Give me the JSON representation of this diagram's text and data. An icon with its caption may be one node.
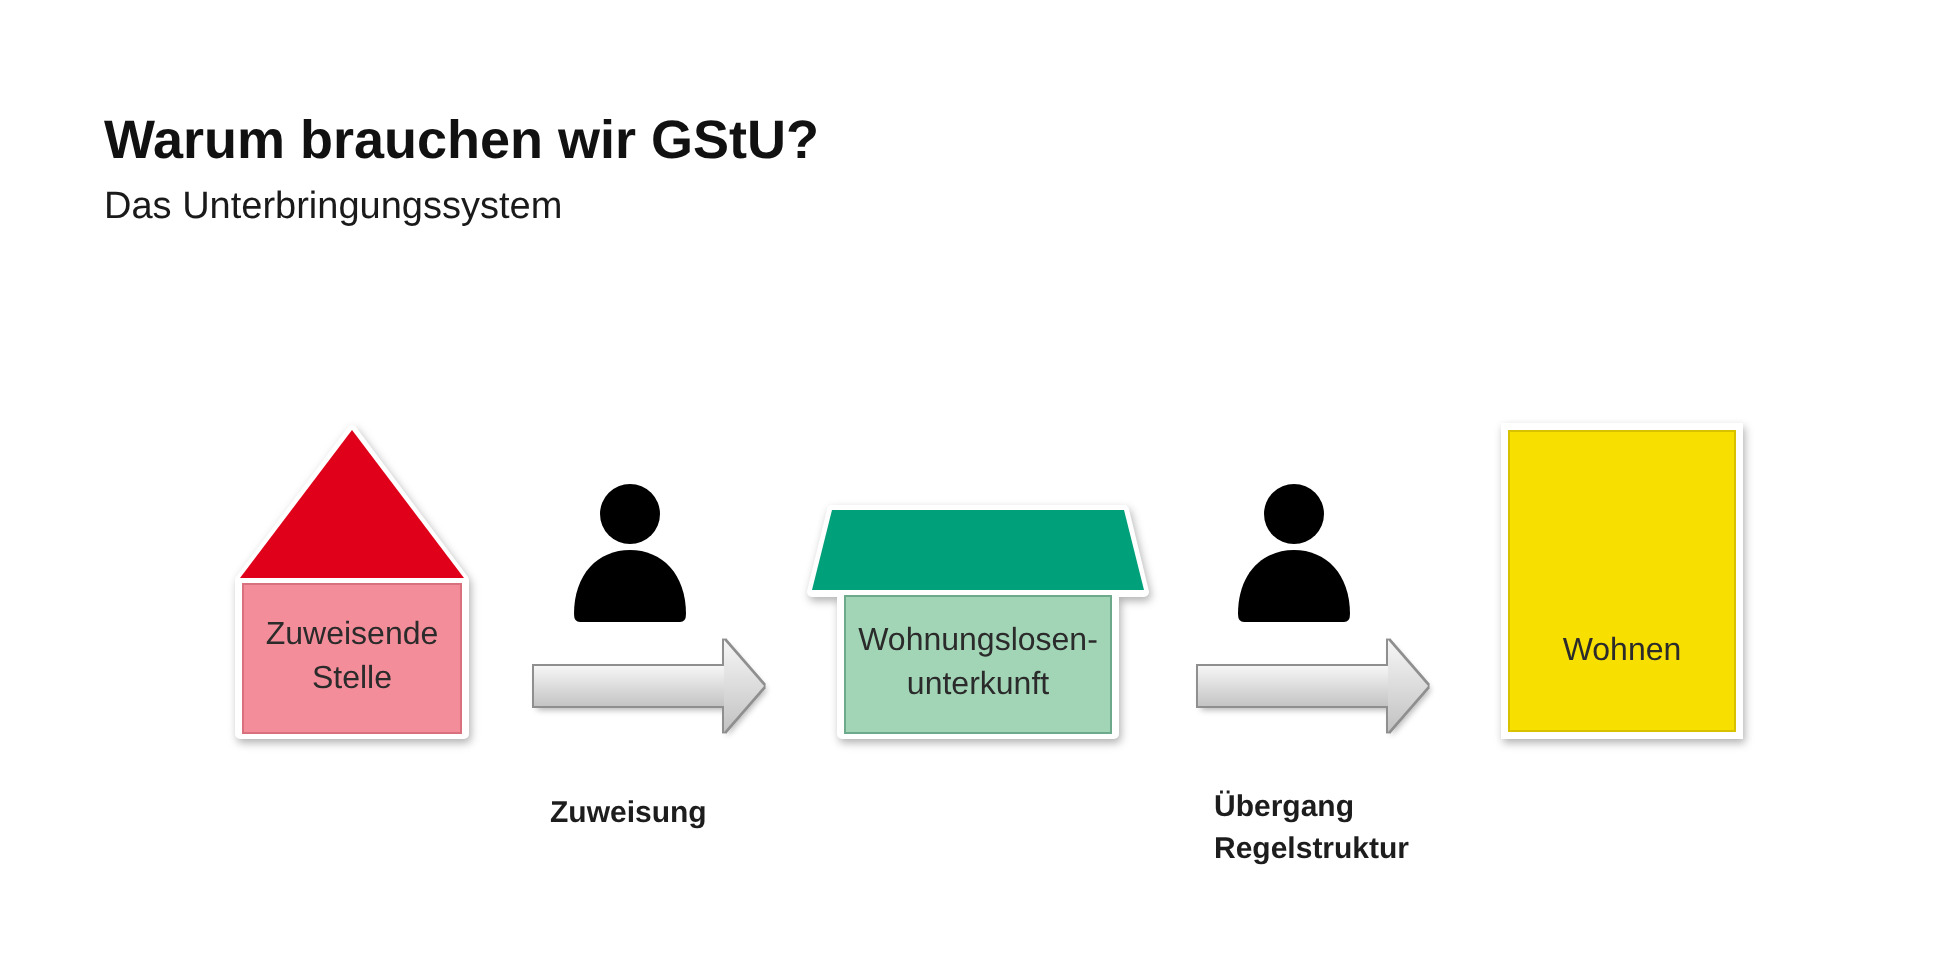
{
  "diagram": {
    "title": "Warum brauchen wir GStU?",
    "nodes": [
      {
        "text": [
          "Zuweisende Stelle"
        ]
      },
      {
        "text": [
          "Wohnungslosen- unterkunft"
        ]
      },
      {
        "text": [
          "Wohnen"
        ]
      }
    ],
    "edges": [
      {
        "from": 0,
        "to": 1,
        "arrow": "to",
        "label": "Zuweisung"
      },
      {
        "from": 1,
        "to": 2,
        "arrow": "to",
        "label": "Übergang Regelstruktur"
      }
    ],
    "labels": [
      "Das Unterbringungssystem"
    ]
  }
}
